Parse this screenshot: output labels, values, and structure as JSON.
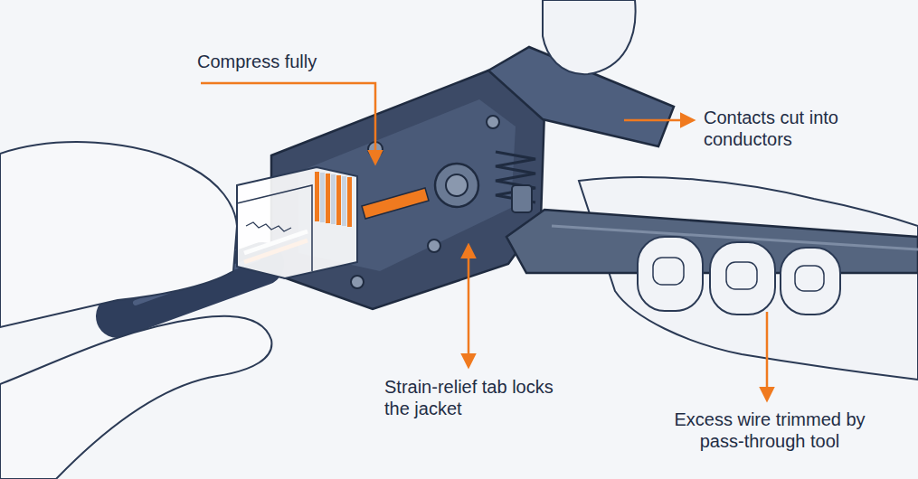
{
  "diagram": {
    "labels": [
      "Compress fully",
      "Contacts cut into conductors",
      "Strain-relief tab locks the jacket",
      "Excess wire trimmed by pass-through tool"
    ]
  }
}
